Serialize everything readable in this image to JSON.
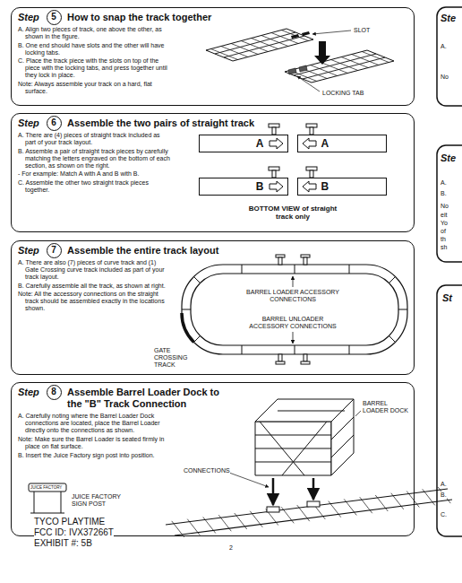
{
  "diagram": {
    "nodes": [
      {
        "text": [
          "Step",
          "How to snap the track together",
          "A. Align two pieces of track, one above the other, as shown in the figure.",
          "B. One end should have slots and the other will have locking tabs.",
          "C. Place the track piece with the slots on top of the piece with the locking tabs, and press together until they lock in place.",
          "Note: Always assemble your track on a hard, flat surface."
        ]
      },
      {
        "text": [
          "5"
        ],
        "in": 0
      },
      {
        "text": [
          "Step",
          "Assemble the two pairs of straight track",
          "A. There are (4) pieces of straight track included as part of your track layout.",
          "B. Assemble a pair of straight track pieces by carefully matching the letters engraved on the bottom of each section, as shown on the right.",
          "- For example: Match A with A and B with B.",
          "C. Assemble the other two straight track pieces together."
        ]
      },
      {
        "text": [
          "6"
        ],
        "in": 2
      },
      {
        "text": [
          "A"
        ],
        "in": 2
      },
      {
        "text": [
          "A"
        ],
        "in": 2
      },
      {
        "text": [
          "B"
        ],
        "in": 2
      },
      {
        "text": [
          "B"
        ],
        "in": 2
      },
      {
        "text": [
          "Step",
          "Assemble the entire track layout",
          "A. There are also (7) pieces of curve track and (1) Gate Crossing curve track included as part of your track layout.",
          "B. Carefully assemble all the track, as shown at right.",
          "Note: All the accessory connections on the straight track should be assembled exactly in the locations shown."
        ]
      },
      {
        "text": [
          "7"
        ],
        "in": 8
      },
      {
        "text": [
          "Step",
          "Assemble Barrel Loader Dock to the \"B\" Track Connection",
          "A. Carefully noting where the Barrel Loader Dock connections are located, place the Barrel Loader directly onto the connections as shown.",
          "Note: Make sure the Barrel Loader is seated firmly in place on flat surface.",
          "B. Insert the Juice Factory sign post into position."
        ]
      },
      {
        "text": [
          "8"
        ],
        "in": 10
      }
    ],
    "labels": [
      "SLOT",
      "LOCKING TAB",
      "BOTTOM VIEW of straight track only",
      "BARREL LOADER ACCESSORY CONNECTIONS",
      "BARREL UNLOADER ACCESSORY CONNECTIONS",
      "GATE CROSSING TRACK",
      "BARREL LOADER DOCK",
      "CONNECTIONS",
      "JUICE FACTORY",
      "JUICE FACTORY SIGN POST",
      "TYCO PLAYTIME",
      "FCC ID: IVX37266T",
      "EXHIBIT #: 5B",
      "2",
      "Ste",
      "A.",
      "No",
      "Ste",
      "A.",
      "B.",
      "No",
      "eit",
      "Yo",
      "of",
      "th",
      "sh",
      "St",
      "A.",
      "B.",
      "C."
    ]
  }
}
